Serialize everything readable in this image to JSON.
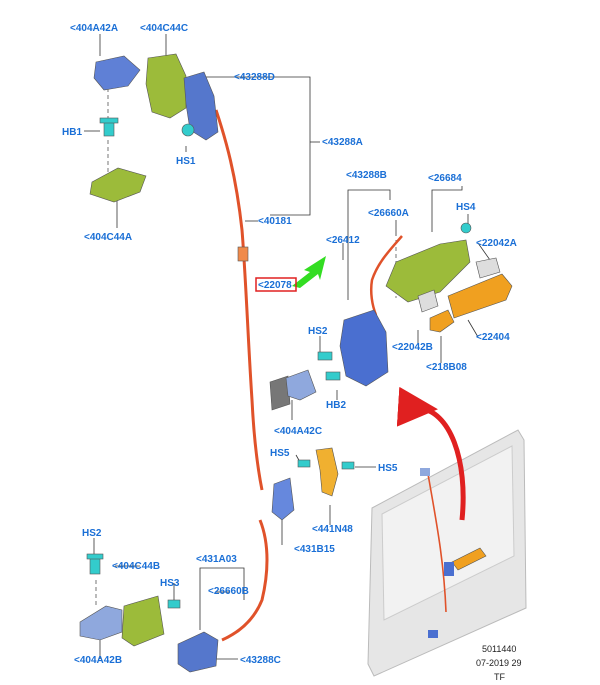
{
  "colors": {
    "callout_text": "#1a6fd6",
    "cable": "#e0522a",
    "bracket_blue": "#5577cc",
    "bracket_green": "#9cbb3a",
    "handle_orange": "#f0a020",
    "fastener_cyan": "#33cccc",
    "highlight_box": "#e02020",
    "pointer_green": "#33dd22",
    "direction_arrow": "#e02020",
    "door_grey": "#e6e6e6"
  },
  "callouts": {
    "c404A42A": "<404A42A",
    "c404C44C": "<404C44C",
    "c43288D": "<43288D",
    "c43288A": "<43288A",
    "cHB1": "HB1",
    "cHS1": "HS1",
    "c404C44A": "<404C44A",
    "c40181": "<40181",
    "c43288B": "<43288B",
    "c26684": "<26684",
    "c26660A": "<26660A",
    "cHS4": "HS4",
    "c26412": "<26412",
    "c22042A": "<22042A",
    "c22078": "<22078",
    "cHS2a": "HS2",
    "c22404": "<22404",
    "c22042B": "<22042B",
    "c218B08": "<218B08",
    "cHB2": "HB2",
    "c404A42C": "<404A42C",
    "cHS5a": "HS5",
    "cHS5b": "HS5",
    "c441N48": "<441N48",
    "c431B15": "<431B15",
    "cHS2b": "HS2",
    "c404C44B": "<404C44B",
    "c431A03": "<431A03",
    "cHS3": "HS3",
    "c26660B": "<26660B",
    "c404A42B": "<404A42B",
    "c43288C": "<43288C"
  },
  "footer": {
    "code": "5011440",
    "date": "07-2019 29",
    "tag": "TF"
  },
  "icons": {
    "highlight": "highlight-box-icon",
    "pointer": "green-pointer-arrow-icon",
    "direction": "red-curved-arrow-icon"
  }
}
